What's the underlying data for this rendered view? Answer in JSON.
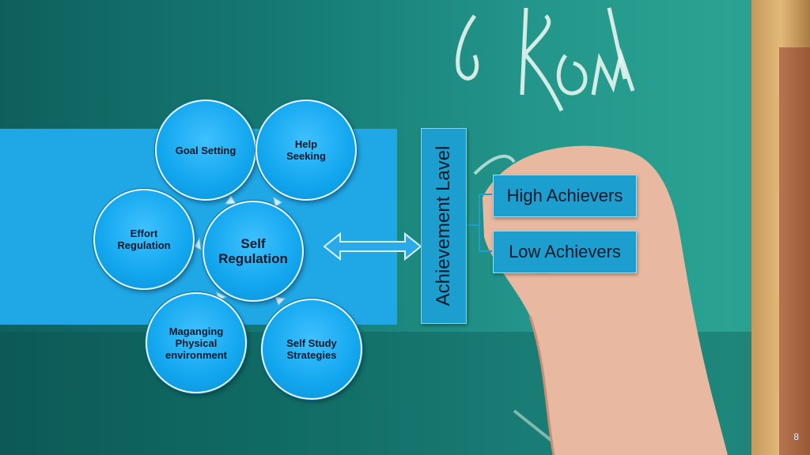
{
  "diagram": {
    "center": "Self Regulation",
    "nodes": {
      "goal_setting": "Goal Setting",
      "help_seeking": "Help Seeking",
      "effort_regulation": "Effort Regulation",
      "managing_environment": "Maganging Physical environment",
      "self_study": "Self Study Strategies"
    },
    "achievement_label": "Achievement Lavel",
    "high": "High Achievers",
    "low": "Low Achievers"
  },
  "page_number": "8",
  "colors": {
    "band": "#1fa7e6",
    "circle": "#12a6ee",
    "box": "#1c9fcf",
    "chalkboard": "#1f8a7e"
  }
}
